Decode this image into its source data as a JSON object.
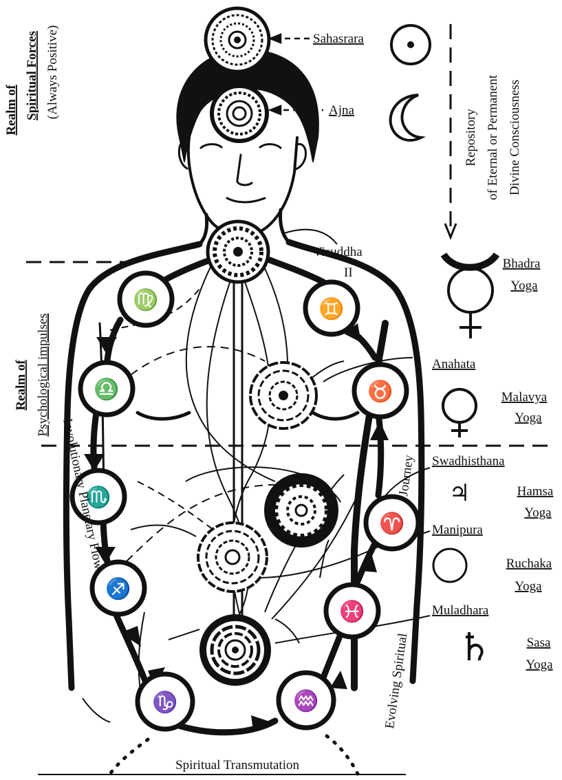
{
  "labels": {
    "realm_spiritual_1": "Realm of",
    "realm_spiritual_2": "Spiritual Forces",
    "realm_spiritual_3": "(Always Positive)",
    "realm_psych_1": "Realm of",
    "realm_psych_2": "Psychological impulses",
    "repository_1": "Repository",
    "repository_2": "of Eternal or Permanent",
    "repository_3": "Divine Consciousness",
    "involutionary": "Involutionary Planetary Flow",
    "evolving_1": "Evolving Spiritual",
    "evolving_2": "Journey",
    "transmutation": "Spiritual Transmutation",
    "visuddha_1": "Visuddha",
    "visuddha_2": "II"
  },
  "chakras": [
    {
      "name": "Sahasrara"
    },
    {
      "name": "Ajna"
    },
    {
      "name": "Anahata"
    },
    {
      "name": "Swadhisthana"
    },
    {
      "name": "Manipura"
    },
    {
      "name": "Muladhara"
    }
  ],
  "yogas": [
    {
      "line1": "Bhadra",
      "line2": "Yoga",
      "planet_icon": "mercury-icon"
    },
    {
      "line1": "Malavya",
      "line2": "Yoga",
      "planet_icon": "venus-icon"
    },
    {
      "line1": "Hamsa",
      "line2": "Yoga",
      "planet_icon": "jupiter-icon"
    },
    {
      "line1": "Ruchaka",
      "line2": "Yoga",
      "planet_icon": "mars-icon"
    },
    {
      "line1": "Sasa",
      "line2": "Yoga",
      "planet_icon": "saturn-icon"
    }
  ],
  "zodiac": {
    "virgo": "♍",
    "gemini": "♊",
    "libra": "♎",
    "taurus": "♉",
    "scorpio": "♏",
    "aries": "♈",
    "sagittarius": "♐",
    "pisces": "♓",
    "capricorn": "♑",
    "aquarius": "♒"
  },
  "planet_glyphs": {
    "jupiter": "♃",
    "saturn": "♄"
  },
  "colors": {
    "ink": "#111111",
    "paper": "#ffffff"
  }
}
